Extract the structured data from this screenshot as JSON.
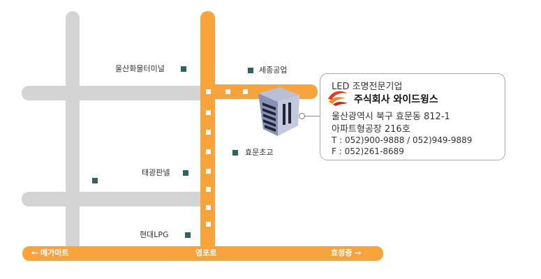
{
  "places": {
    "ulsan_terminal": "울산화물터미널",
    "sejong_ind": "세종공업",
    "hyomun_school": "효문초교",
    "taegwang": "태광판넬",
    "hyundai_lpg": "현대LPG"
  },
  "roads": {
    "left": "← 메가마트",
    "center": "염포로",
    "right": "효정중 →"
  },
  "company": {
    "tagline": "LED 조명전문기업",
    "name": "주식회사 와이드윙스",
    "address1": "울산광역시 북구 효문동 812-1",
    "address2": "아파트형공장 216호",
    "phone": "T : 052)900-9888 / 052)949-9889",
    "fax": "F : 052)261-8689"
  },
  "colors": {
    "road_main": "#f8a33c",
    "road_minor": "#d4d4d4",
    "marker": "#35615e"
  },
  "icons": {
    "building": "building-icon",
    "logo": "company-logo-icon",
    "markers": "place-marker-icon"
  }
}
